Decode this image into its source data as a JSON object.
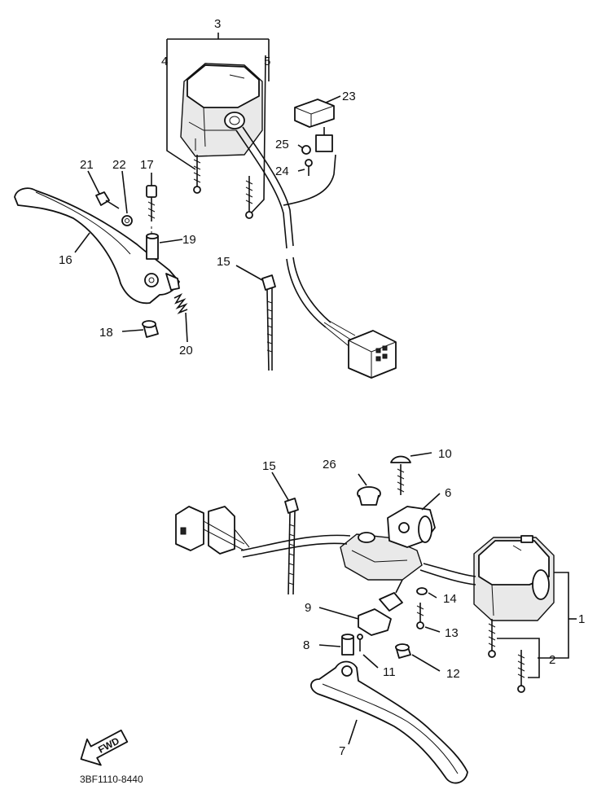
{
  "labels": {
    "n1": "1",
    "n2": "2",
    "n3": "3",
    "n4": "4",
    "n5": "5",
    "n6": "6",
    "n7": "7",
    "n8": "8",
    "n9": "9",
    "n10": "10",
    "n11": "11",
    "n12": "12",
    "n13": "13",
    "n14": "14",
    "n15a": "15",
    "n15b": "15",
    "n16": "16",
    "n17": "17",
    "n18": "18",
    "n19": "19",
    "n20": "20",
    "n21": "21",
    "n22": "22",
    "n23": "23",
    "n24": "24",
    "n25": "25",
    "n26": "26"
  },
  "fwd_badge": "FWD",
  "diagram_code": "3BF1110-8440"
}
